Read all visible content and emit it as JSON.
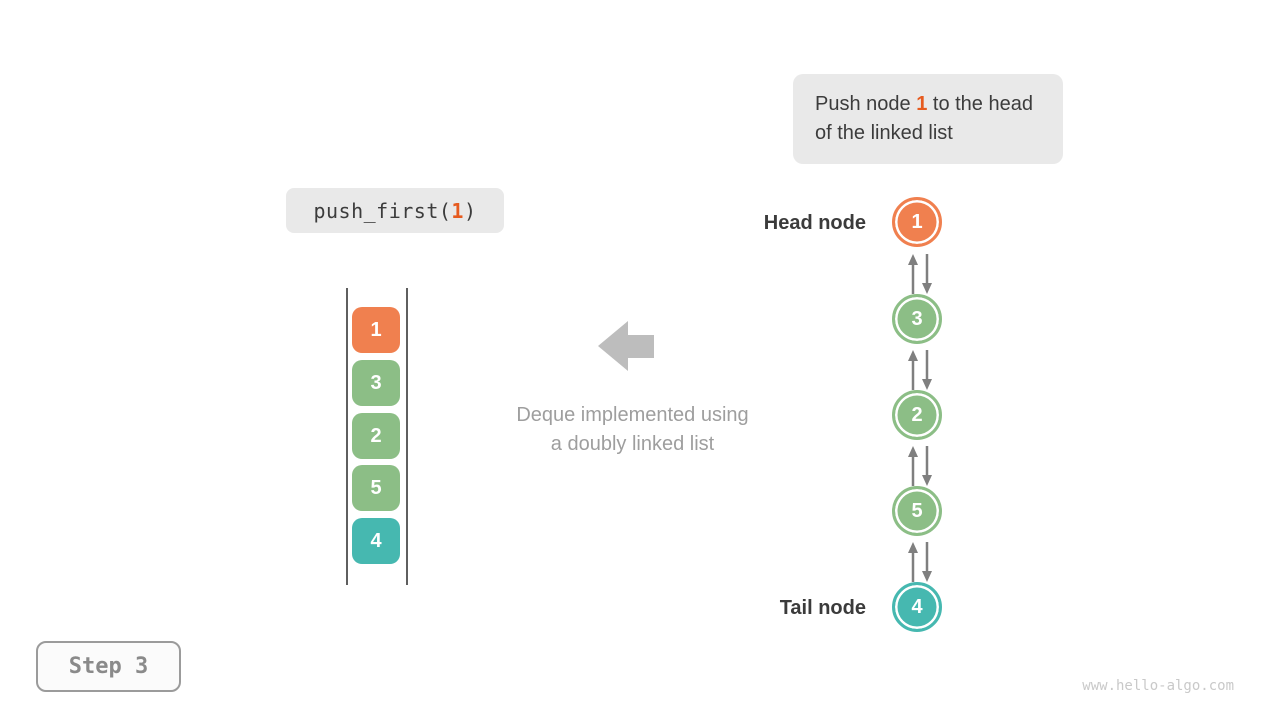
{
  "note": {
    "prefix": "Push node ",
    "highlight": "1",
    "suffix": " to the head of the linked list",
    "highlight_color": "#e65b1f"
  },
  "code": {
    "prefix": "push_first(",
    "arg": "1",
    "suffix": ")",
    "arg_color": "#e65b1f"
  },
  "caption": {
    "line1": "Deque implemented using",
    "line2": "a doubly linked list"
  },
  "stack": {
    "items": [
      {
        "value": "1",
        "color": "#f0804f"
      },
      {
        "value": "3",
        "color": "#8cbe86"
      },
      {
        "value": "2",
        "color": "#8cbe86"
      },
      {
        "value": "5",
        "color": "#8cbe86"
      },
      {
        "value": "4",
        "color": "#46b8b0"
      }
    ]
  },
  "list": {
    "head_label": "Head node",
    "tail_label": "Tail node",
    "nodes": [
      {
        "value": "1",
        "color": "#f0804f"
      },
      {
        "value": "3",
        "color": "#8cbe86"
      },
      {
        "value": "2",
        "color": "#8cbe86"
      },
      {
        "value": "5",
        "color": "#8cbe86"
      },
      {
        "value": "4",
        "color": "#46b8b0"
      }
    ]
  },
  "step": {
    "label": "Step 3"
  },
  "watermark": "www.hello-algo.com",
  "colors": {
    "block_arrow": "#bdbdbd",
    "link_arrow": "#7f7f7f",
    "box_bg": "#e9e9e9"
  }
}
